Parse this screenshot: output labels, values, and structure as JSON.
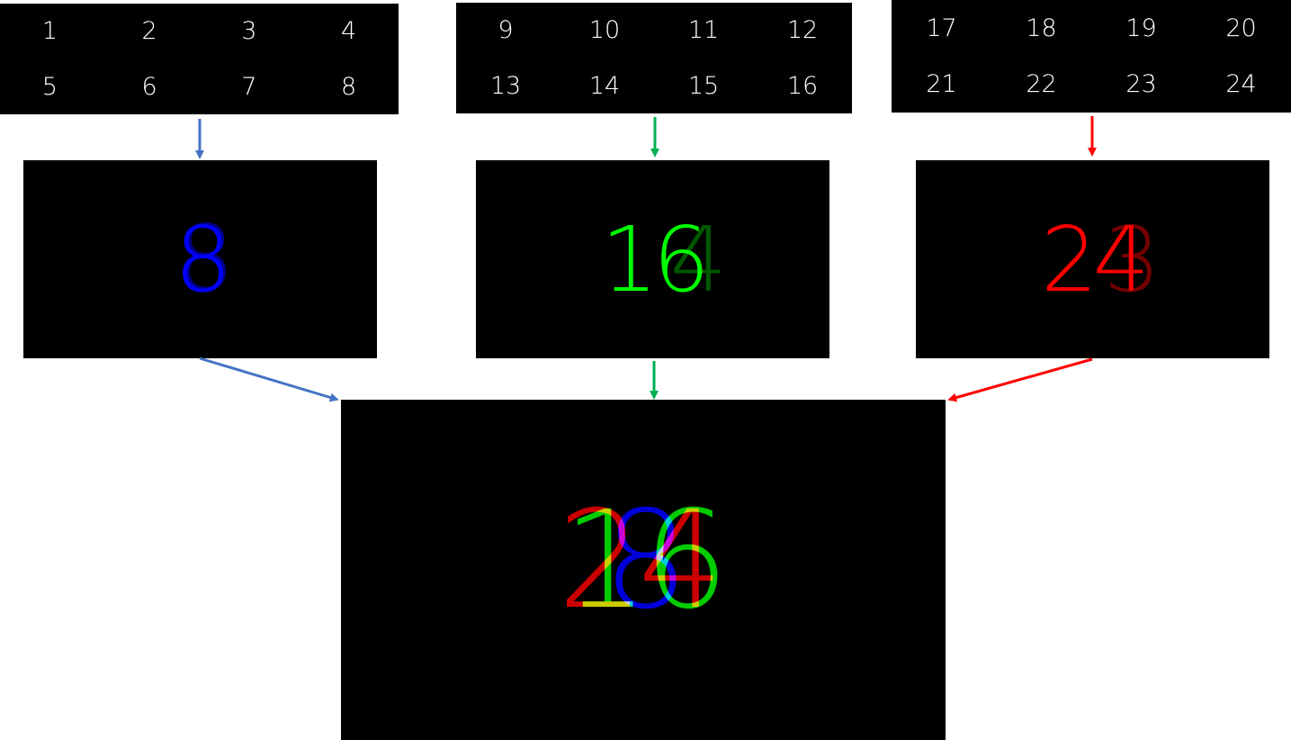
{
  "grids": [
    {
      "color": "#000000",
      "cells": [
        "1",
        "2",
        "3",
        "4",
        "5",
        "6",
        "7",
        "8"
      ]
    },
    {
      "color": "#000000",
      "cells": [
        "9",
        "10",
        "11",
        "12",
        "13",
        "14",
        "15",
        "16"
      ]
    },
    {
      "color": "#000000",
      "cells": [
        "17",
        "18",
        "19",
        "20",
        "21",
        "22",
        "23",
        "24"
      ]
    }
  ],
  "channels": [
    {
      "name": "blue",
      "color": "#0000ff",
      "arrow_color": "#4472c4",
      "main": "8",
      "ghost": ""
    },
    {
      "name": "green",
      "color": "#00ff00",
      "arrow_color": "#00b050",
      "main": "16",
      "ghost": "4"
    },
    {
      "name": "red",
      "color": "#ff0000",
      "arrow_color": "#ff0000",
      "main": "24",
      "ghost": "3"
    }
  ],
  "composite": {
    "layers": [
      "8",
      "16",
      "24"
    ]
  }
}
